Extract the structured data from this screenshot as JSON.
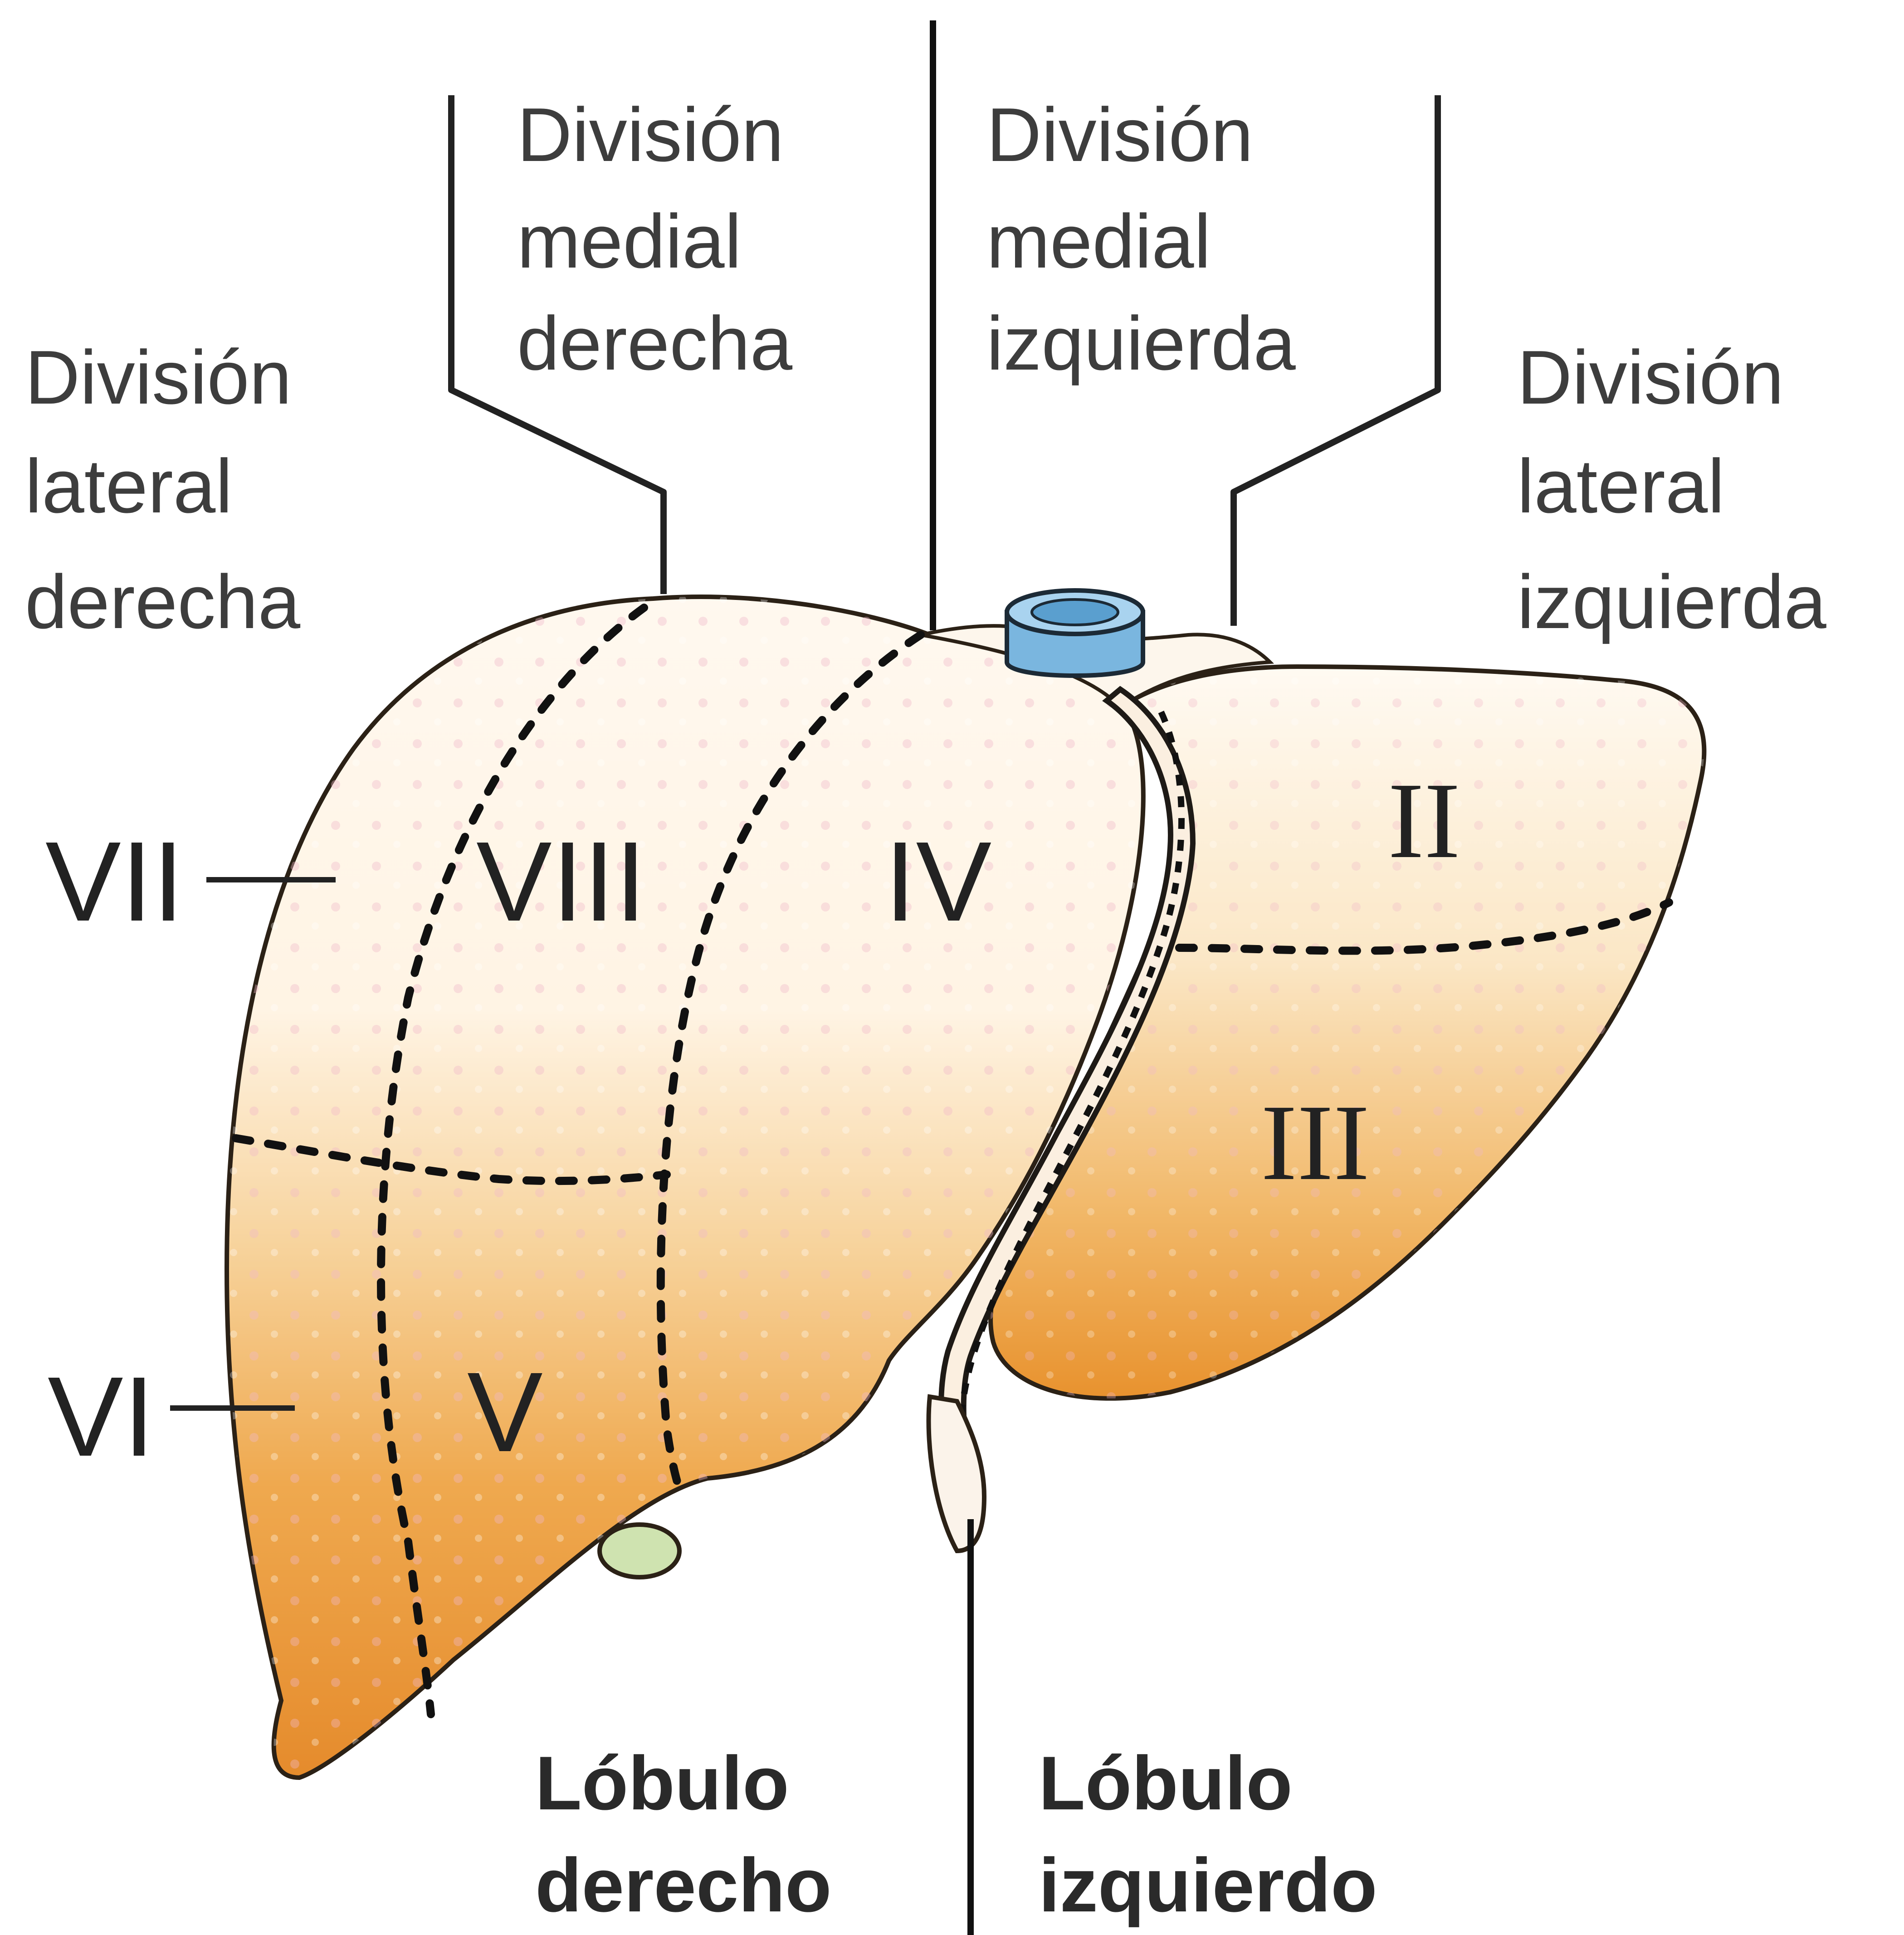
{
  "labels": {
    "right_lateral": [
      "División",
      "lateral",
      "derecha"
    ],
    "right_medial": [
      "División",
      "medial",
      "derecha"
    ],
    "left_medial": [
      "División",
      "medial",
      "izquierda"
    ],
    "left_lateral": [
      "División",
      "lateral",
      "izquierda"
    ]
  },
  "segments": {
    "s7": "VII",
    "s8": "VIII",
    "s4": "IV",
    "s2": "II",
    "s3": "III",
    "s6": "VI",
    "s5": "V"
  },
  "lobes": {
    "right": [
      "Lóbulo",
      "derecho"
    ],
    "left": [
      "Lóbulo",
      "izquierdo"
    ]
  },
  "colors": {
    "liver_light": "#fff6ec",
    "liver_mid": "#f4c27a",
    "liver_dark": "#e8922e",
    "vessel_blue": "#7ab6df",
    "gallbladder": "#cfe3b0",
    "ink": "#222222"
  }
}
